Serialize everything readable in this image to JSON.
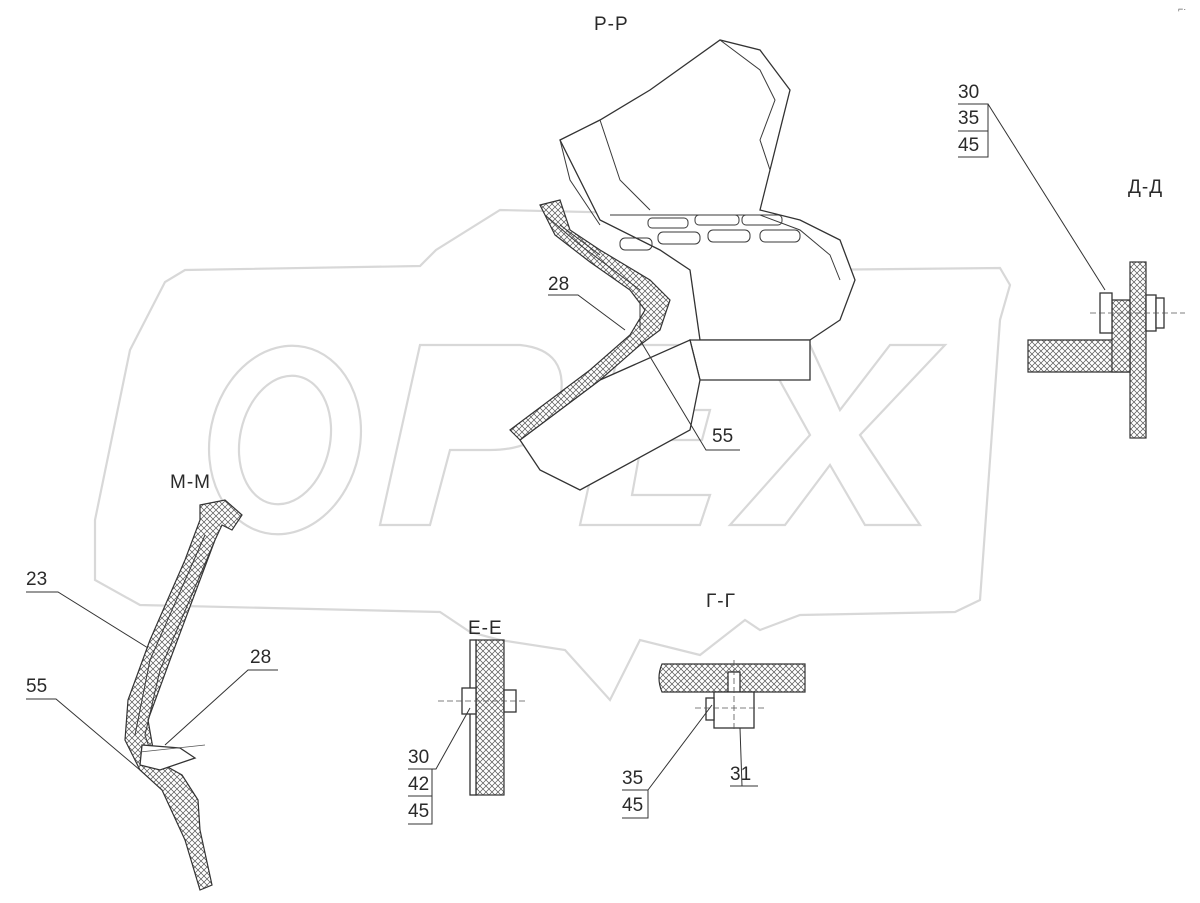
{
  "watermark": {
    "text": "OPEX"
  },
  "sections": {
    "pp": {
      "title": "Р-Р",
      "callouts": [
        "28",
        "55"
      ]
    },
    "dd": {
      "title": "Д-Д",
      "callouts": [
        "30",
        "35",
        "45"
      ]
    },
    "mm": {
      "title": "М-М",
      "callouts": [
        "23",
        "28",
        "55"
      ]
    },
    "ee": {
      "title": "Е-Е",
      "callouts": [
        "30",
        "42",
        "45"
      ]
    },
    "gg": {
      "title": "Г-Г",
      "callouts": [
        "35",
        "45",
        "31"
      ]
    }
  }
}
